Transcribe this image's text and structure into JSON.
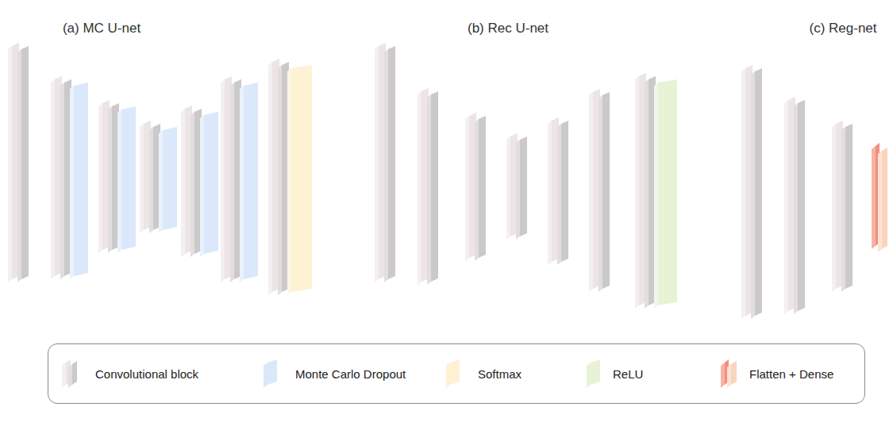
{
  "diagram": {
    "labels": [
      "(a) MC U-net",
      "(b) Rec U-net",
      "(c) Reg-net"
    ],
    "legend": [
      {
        "text": "Convolutional block"
      },
      {
        "text": "Monte Carlo Dropout",
        "color": "#dbe8fb"
      },
      {
        "text": "Softmax",
        "color": "#fdf2d3"
      },
      {
        "text": "ReLU",
        "color": "#e8f3d6"
      },
      {
        "text": "Flatten + Dense"
      }
    ]
  }
}
